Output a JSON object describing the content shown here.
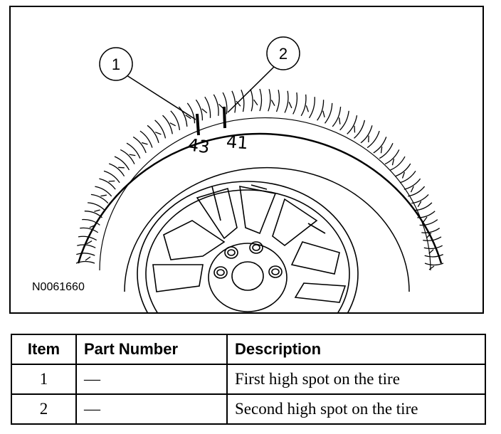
{
  "figure": {
    "id_label": "N0061660",
    "callouts": [
      {
        "number": "1",
        "mark_value": "43"
      },
      {
        "number": "2",
        "mark_value": "41"
      }
    ]
  },
  "table": {
    "headers": {
      "item": "Item",
      "part_number": "Part Number",
      "description": "Description"
    },
    "rows": [
      {
        "item": "1",
        "part_number": "—",
        "description": "First high spot on the tire"
      },
      {
        "item": "2",
        "part_number": "—",
        "description": "Second high spot on the tire"
      }
    ]
  }
}
